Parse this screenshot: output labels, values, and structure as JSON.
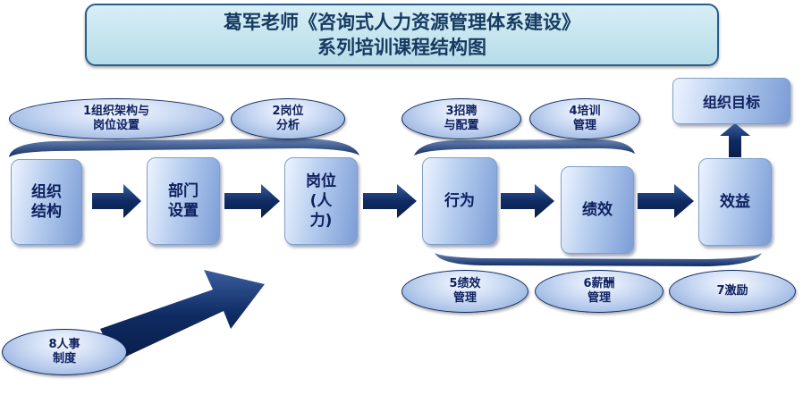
{
  "title": {
    "line1": "葛军老师《咨询式人力资源管理体系建设》",
    "line2": "系列培训课程结构图"
  },
  "steps": [
    {
      "label": "组织\n结构"
    },
    {
      "label": "部门\n设置"
    },
    {
      "label": "岗位\n(人\n力)"
    },
    {
      "label": "行为"
    },
    {
      "label": "绩效"
    },
    {
      "label": "效益"
    }
  ],
  "goal": {
    "label": "组织目标"
  },
  "modules": [
    {
      "label": "1组织架构与\n岗位设置"
    },
    {
      "label": "2岗位\n分析"
    },
    {
      "label": "3招聘\n与配置"
    },
    {
      "label": "4培训\n管理"
    },
    {
      "label": "5绩效\n管理"
    },
    {
      "label": "6薪酬\n管理"
    },
    {
      "label": "7激励"
    },
    {
      "label": "8人事\n制度"
    }
  ],
  "colors": {
    "arrow": "#0f2b63",
    "title_text": "#173a61",
    "box_text": "#0d1f5e"
  },
  "icons": [
    "right-arrow-icon",
    "up-arrow-icon",
    "diagonal-arrow-icon"
  ]
}
